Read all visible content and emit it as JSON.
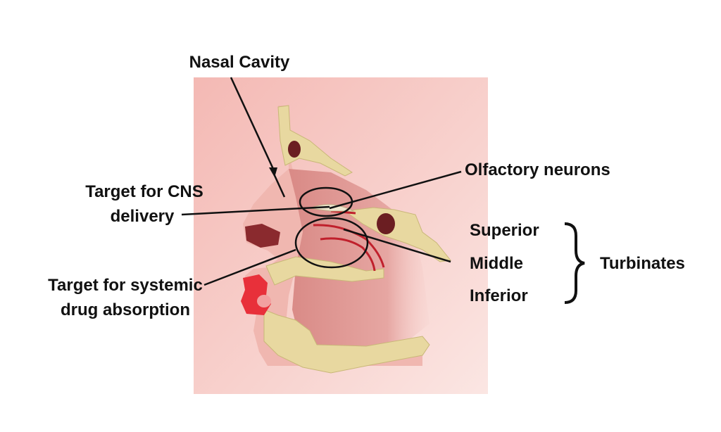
{
  "labels": {
    "nasal_cavity": "Nasal Cavity",
    "olfactory_neurons": "Olfactory neurons",
    "cns_line1": "Target for CNS",
    "cns_line2": "delivery",
    "systemic_line1": "Target for systemic",
    "systemic_line2": "drug absorption",
    "superior": "Superior",
    "middle": "Middle",
    "inferior": "Inferior",
    "turbinates": "Turbinates"
  },
  "colors": {
    "background_panel": "#f6c4c0",
    "tissue": "#e9aaa5",
    "bone": "#e8d8a0",
    "dark_sinus": "#6b1e22",
    "vessel": "#c0202c",
    "annotation": "#111111"
  }
}
